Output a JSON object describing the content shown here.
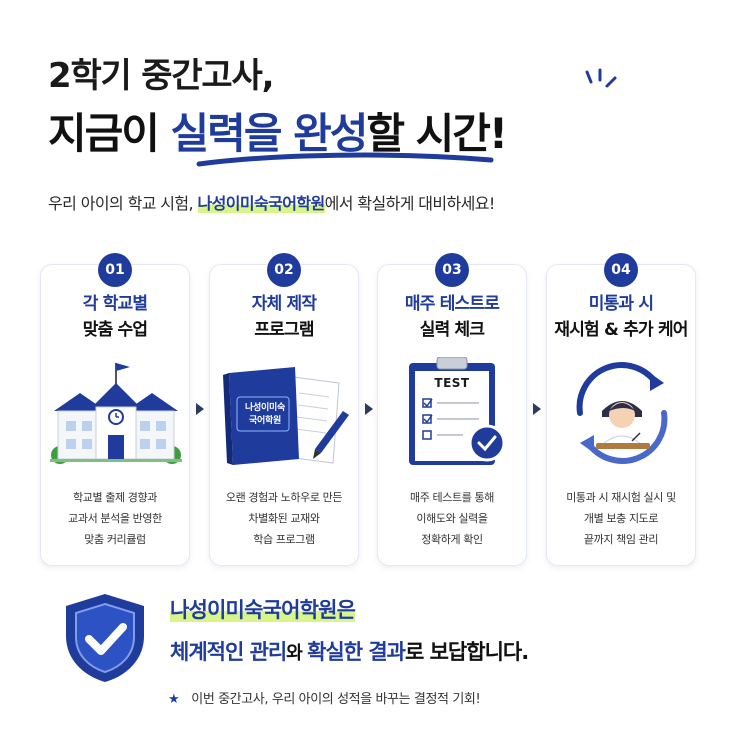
{
  "hero": {
    "line1": "2학기 중간고사,",
    "line2_pre": "지금이 ",
    "line2_accent1": "실력을",
    "line2_mid": " ",
    "line2_accent2": "완성",
    "line2_post": "할 시간!"
  },
  "subtitle": {
    "pre": "우리 아이의 학교 시험, ",
    "brand": "나성이미숙국어학원",
    "post": "에서 확실하게 대비하세요!"
  },
  "cards": [
    {
      "num": "01",
      "title_blue": "각 학교별",
      "title_black": "맞춤 수업",
      "desc": [
        "학교별 출제 경향과",
        "교과서 분석을 반영한",
        "맞춤 커리큘럼"
      ]
    },
    {
      "num": "02",
      "title_blue": "자체 제작",
      "title_black": "프로그램",
      "desc": [
        "오랜 경험과 노하우로 만든",
        "차별화된 교재와",
        "학습 프로그램"
      ],
      "book_line1": "나성이미숙",
      "book_line2": "국어학원"
    },
    {
      "num": "03",
      "title_blue": "매주 테스트로",
      "title_black": "실력 체크",
      "desc": [
        "매주 테스트를 통해",
        "이해도와 실력을",
        "정확하게 확인"
      ],
      "test_label": "TEST"
    },
    {
      "num": "04",
      "title_blue": "미통과 시",
      "title_black": "재시험 & 추가 케어",
      "desc": [
        "미통과 시 재시험 실시 및",
        "개별 보충 지도로",
        "끝까지 책임 관리"
      ]
    }
  ],
  "bottom": {
    "line1": "나성이미숙국어학원은",
    "l2_a": "체계적인 관리",
    "l2_b": "와 ",
    "l2_c": "확실한 결과",
    "l2_d": "로 보답합니다."
  },
  "footer": {
    "star": "★",
    "text": "이번 중간고사, 우리 아이의 성적을 바꾸는 결정적 기회!"
  },
  "colors": {
    "primary": "#1f3c9c",
    "highlight": "#d9f58a",
    "text": "#1a1a1a"
  }
}
